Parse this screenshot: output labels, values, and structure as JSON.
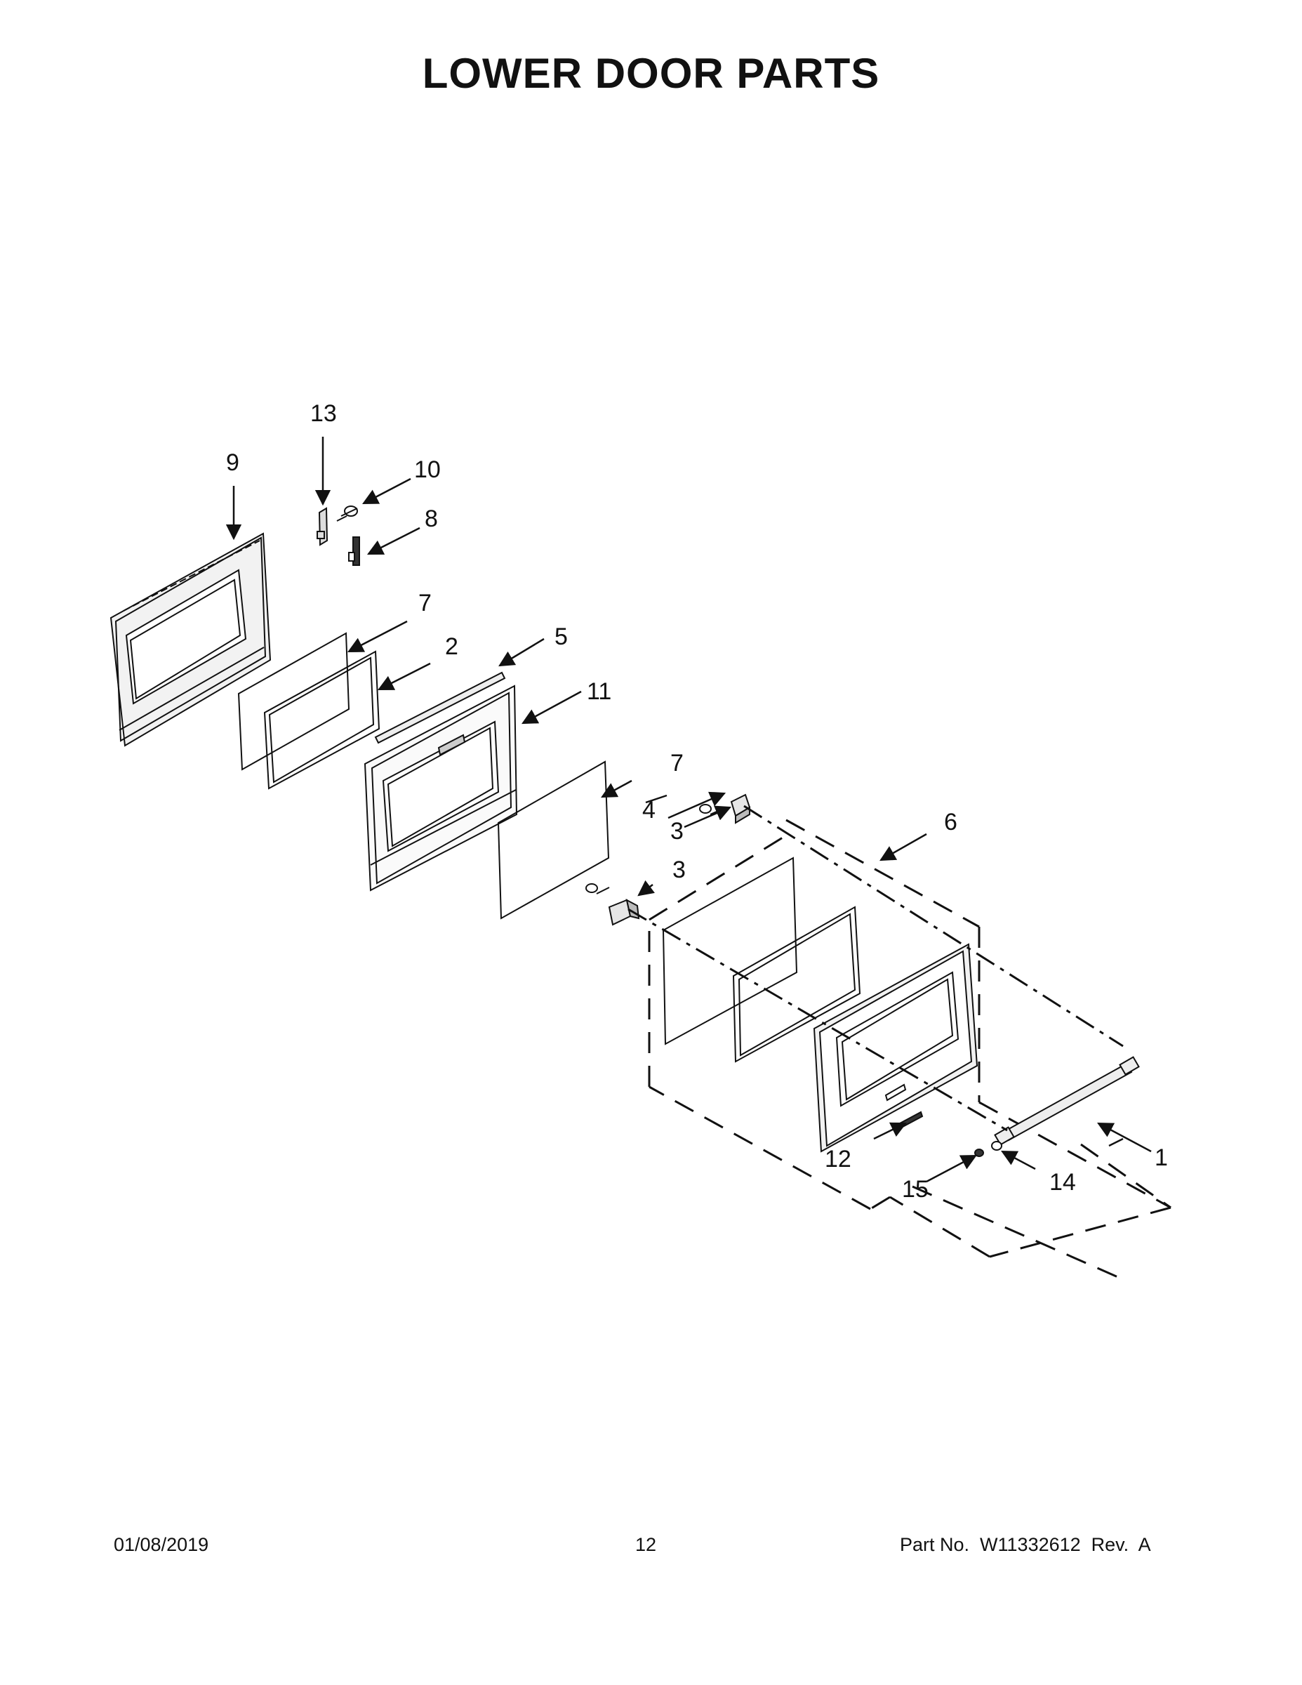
{
  "title": "LOWER DOOR PARTS",
  "callouts": {
    "c13": "13",
    "c9": "9",
    "c10": "10",
    "c8": "8",
    "c7a": "7",
    "c2": "2",
    "c5": "5",
    "c11": "11",
    "c7b": "7",
    "c4": "4",
    "c3a": "3",
    "c3b": "3",
    "c6": "6",
    "c12": "12",
    "c15": "15",
    "c14": "14",
    "c1": "1"
  },
  "footer": {
    "date": "01/08/2019",
    "page": "12",
    "part": "Part No.  W11332612  Rev.  A"
  }
}
